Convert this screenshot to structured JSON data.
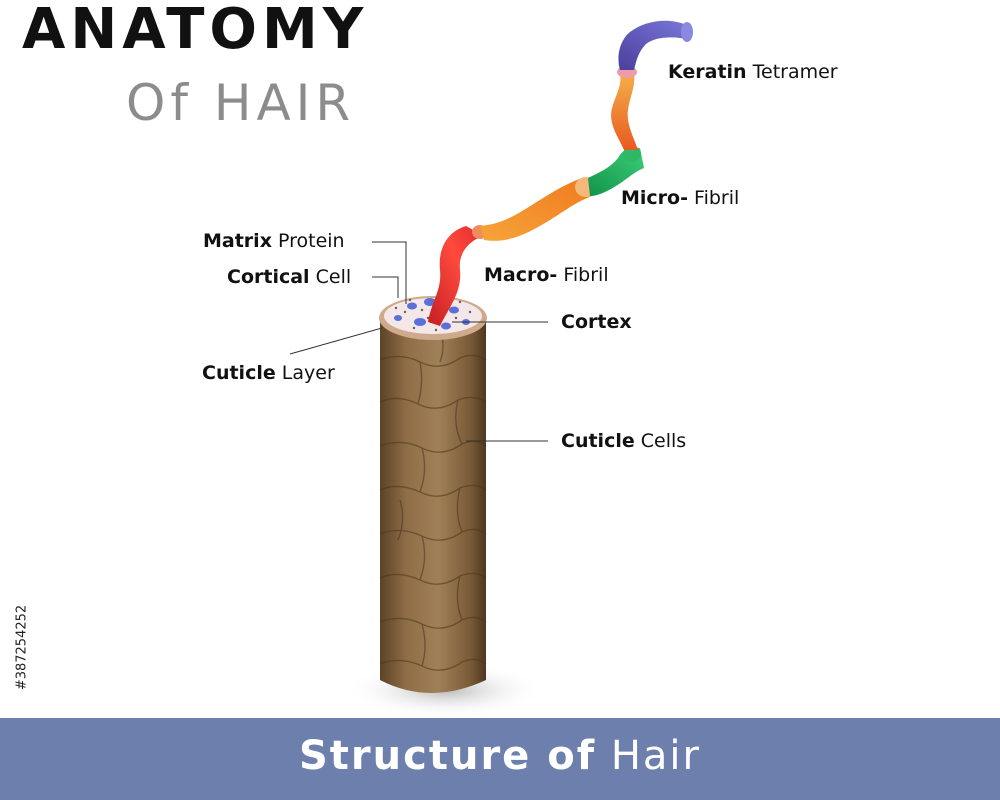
{
  "title": {
    "main": "ANATOMY",
    "sub": "Of HAIR"
  },
  "labels": {
    "keratin": {
      "bold": "Keratin",
      "rest": "Tetramer"
    },
    "micro": {
      "bold": "Micro-",
      "rest": "Fibril"
    },
    "matrix": {
      "bold": "Matrix",
      "rest": "Protein"
    },
    "cortical": {
      "bold": "Cortical",
      "rest": "Cell"
    },
    "macro": {
      "bold": "Macro-",
      "rest": "Fibril"
    },
    "cortex": {
      "bold": "Cortex",
      "rest": ""
    },
    "cuticle_layer": {
      "bold": "Cuticle",
      "rest": "Layer"
    },
    "cuticle_cells": {
      "bold": "Cuticle",
      "rest": "Cells"
    }
  },
  "side_id": "#387254252",
  "footer": {
    "bold": "Structure of",
    "rest": "Hair"
  },
  "colors": {
    "footer_bg": "#6d7fac",
    "hair_shaft": "#8a6a44",
    "macro_fibril": "#e0332f",
    "micro_fibril": "#f08a2a",
    "green_segment": "#1ea55a",
    "keratin_tip": "#5a55b0"
  }
}
